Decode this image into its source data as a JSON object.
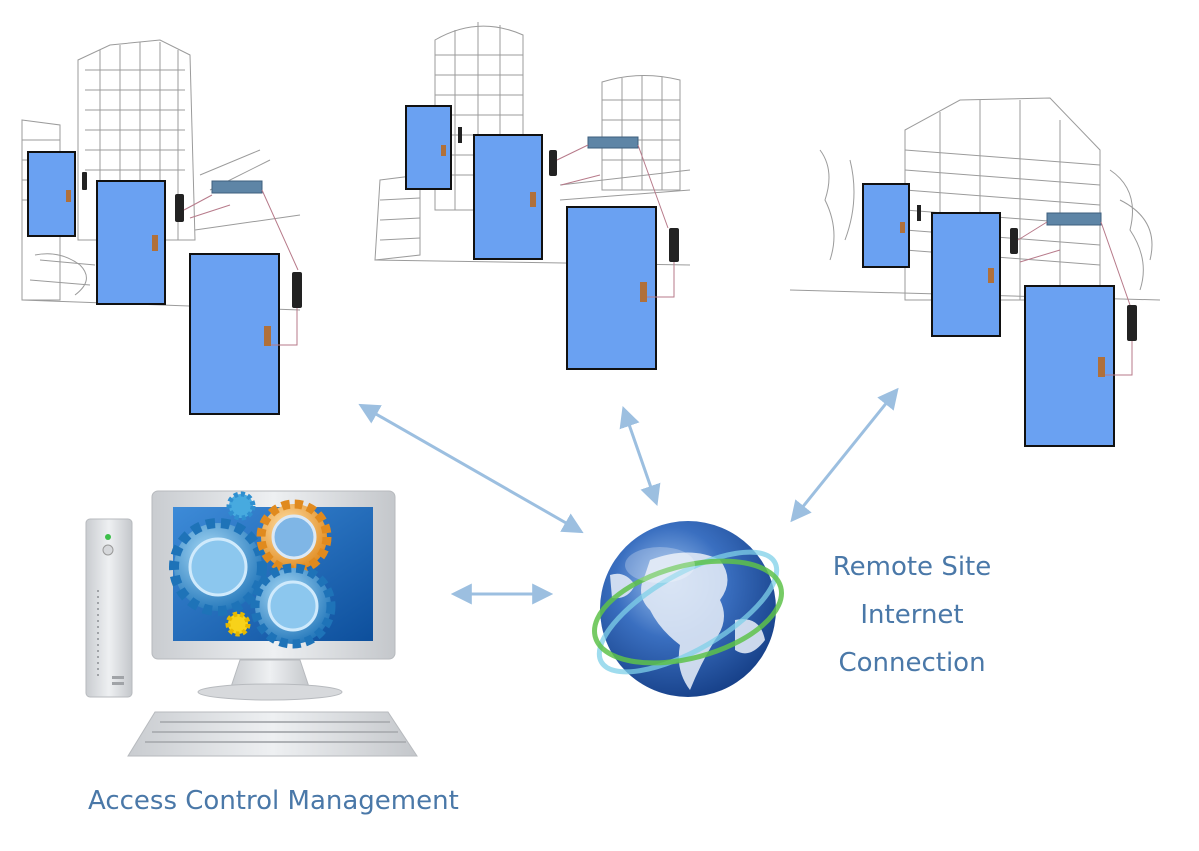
{
  "captions": {
    "remote_site_line1": "Remote Site",
    "remote_site_line2": "Internet",
    "remote_site_line3": "Connection",
    "management": "Access Control Management"
  },
  "colors": {
    "caption": "#4a78a8",
    "door_fill": "#6aa1f2",
    "door_border": "#111111",
    "door_handle": "#b0703a",
    "arrow": "#9cbfe0",
    "globe_ocean": "#2e5fae",
    "globe_land": "#dfe8f5",
    "gear_blue": "#2f8fd0",
    "gear_orange": "#f0a23a",
    "gear_yellow": "#f7d21a",
    "screen_bg": "#1e66b8",
    "monitor_gray": "#d9dbde",
    "switch": "#5e85a6",
    "sketch_line": "#8a8a8a"
  },
  "icons": {
    "sites": [
      "building-sketch-icon",
      "door-icon",
      "keypad-reader-icon",
      "network-switch-icon"
    ],
    "network": "globe-icon",
    "management": [
      "desktop-computer-icon",
      "gear-icon",
      "keyboard-icon"
    ],
    "links": "bidirectional-arrow-icon"
  }
}
